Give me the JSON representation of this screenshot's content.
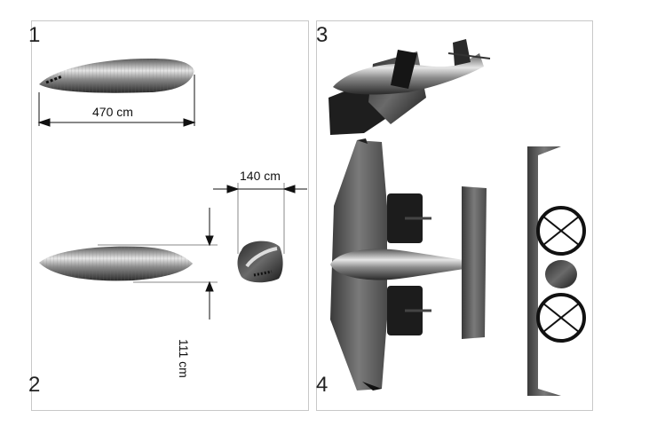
{
  "panels": {
    "p1_label": "1",
    "p2_label": "2",
    "p3_label": "3",
    "p4_label": "4"
  },
  "dimensions": {
    "length": "470 cm",
    "width": "140 cm",
    "height": "111 cm"
  }
}
